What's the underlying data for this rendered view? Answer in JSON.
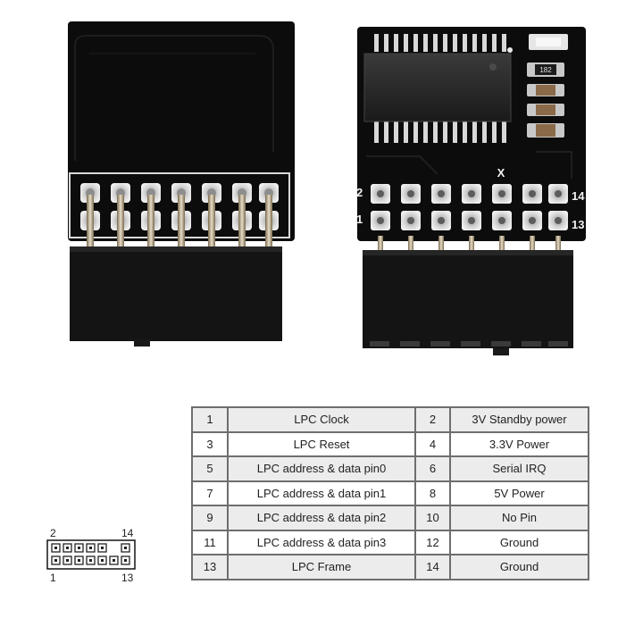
{
  "silkscreen": {
    "pin_top_left": "2",
    "pin_bottom_left": "1",
    "pin_top_right": "14",
    "pin_bottom_right": "13",
    "no_pin_mark": "X",
    "resistor_code": "182"
  },
  "pinout": {
    "rows": [
      {
        "pin_a": "1",
        "signal_a": "LPC Clock",
        "pin_b": "2",
        "signal_b": "3V Standby power"
      },
      {
        "pin_a": "3",
        "signal_a": "LPC Reset",
        "pin_b": "4",
        "signal_b": "3.3V Power"
      },
      {
        "pin_a": "5",
        "signal_a": "LPC address & data pin0",
        "pin_b": "6",
        "signal_b": "Serial IRQ"
      },
      {
        "pin_a": "7",
        "signal_a": "LPC address & data pin1",
        "pin_b": "8",
        "signal_b": "5V Power"
      },
      {
        "pin_a": "9",
        "signal_a": "LPC address & data pin2",
        "pin_b": "10",
        "signal_b": "No Pin"
      },
      {
        "pin_a": "11",
        "signal_a": "LPC address & data pin3",
        "pin_b": "12",
        "signal_b": "Ground"
      },
      {
        "pin_a": "13",
        "signal_a": "LPC Frame",
        "pin_b": "14",
        "signal_b": "Ground"
      }
    ]
  },
  "header_diagram": {
    "label_top_left": "2",
    "label_top_right": "14",
    "label_bottom_left": "1",
    "label_bottom_right": "13"
  }
}
